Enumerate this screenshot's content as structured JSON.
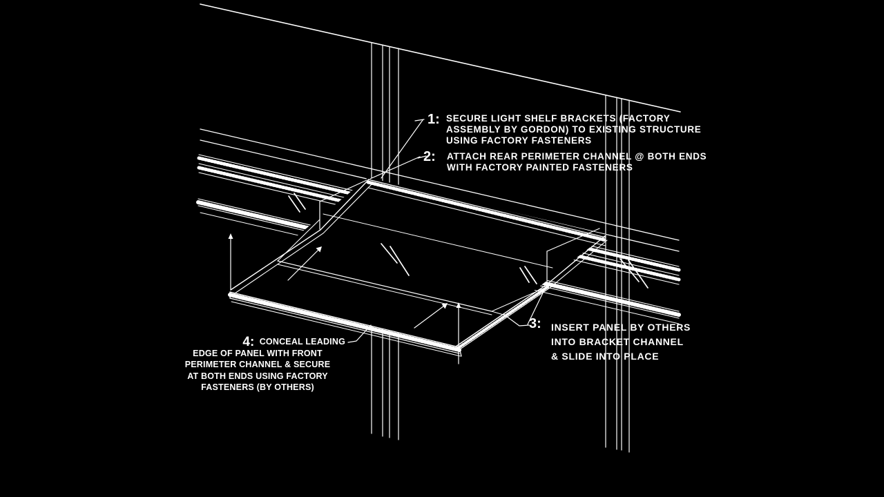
{
  "figure": {
    "type": "axonometric installation detail drawing",
    "subject": "light shelf bracket assembly on curtain wall mullions",
    "background_color": "#000000",
    "line_color": "#ffffff"
  },
  "annotations": [
    {
      "number": "1:",
      "lines": [
        "SECURE LIGHT SHELF BRACKETS (FACTORY",
        "ASSEMBLY BY GORDON) TO EXISTING STRUCTURE",
        "USING FACTORY FASTENERS"
      ]
    },
    {
      "number": "2:",
      "lines": [
        "ATTACH REAR PERIMETER CHANNEL @ BOTH ENDS",
        "WITH FACTORY PAINTED FASTENERS"
      ]
    },
    {
      "number": "3:",
      "lines": [
        "INSERT PANEL BY OTHERS",
        "INTO BRACKET CHANNEL",
        "& SLIDE INTO PLACE"
      ]
    },
    {
      "number": "4:",
      "lines": [
        "CONCEAL LEADING",
        "EDGE OF PANEL WITH FRONT",
        "PERIMETER CHANNEL & SECURE",
        "AT BOTH ENDS USING FACTORY",
        "FASTENERS (BY OTHERS)"
      ]
    }
  ]
}
